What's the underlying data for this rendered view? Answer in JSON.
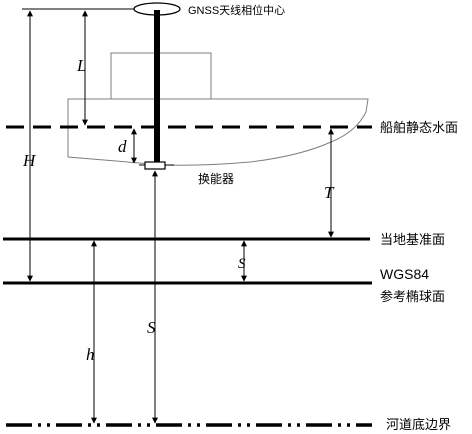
{
  "labels": {
    "gnss_phase_center": "GNSS天线相位中心",
    "static_waterline": "船舶静态水面",
    "transducer": "换能器",
    "local_datum": "当地基准面",
    "wgs84": "WGS84",
    "ellipsoid": "参考椭球面",
    "riverbed": "河道底边界"
  },
  "symbols": {
    "L": "L",
    "d": "d",
    "H": "H",
    "T": "T",
    "S_small": "S",
    "S": "S",
    "h": "h"
  },
  "colors": {
    "line": "#000000",
    "hull_outline": "#7f7f7f",
    "hull_fill": "#ffffff",
    "background": "#ffffff"
  },
  "icons": {
    "antenna": "gnss-antenna-icon",
    "transducer": "transducer-icon"
  }
}
